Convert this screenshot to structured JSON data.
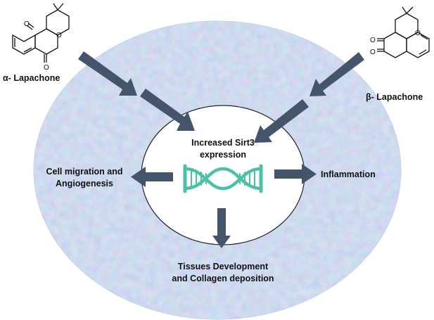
{
  "labels": {
    "alpha": "α- Lapachone",
    "beta": "β- Lapachone",
    "center_line1": "Increased  Sirt3",
    "center_line2": "expression",
    "left_line1": "Cell migration and",
    "left_line2": "Angiogenesis",
    "right": "Inflammation",
    "bottom_line1": "Tissues Development",
    "bottom_line2": "and Collagen deposition"
  },
  "colors": {
    "outer_ring": "#a7bbe0",
    "arrow": "#44546a",
    "dna": "#4ac0a7",
    "inner_circle": "#ffffff"
  },
  "icons": {
    "dna": "dna-icon",
    "alpha_structure": "alpha-lapachone-structure-icon",
    "beta_structure": "beta-lapachone-structure-icon"
  }
}
